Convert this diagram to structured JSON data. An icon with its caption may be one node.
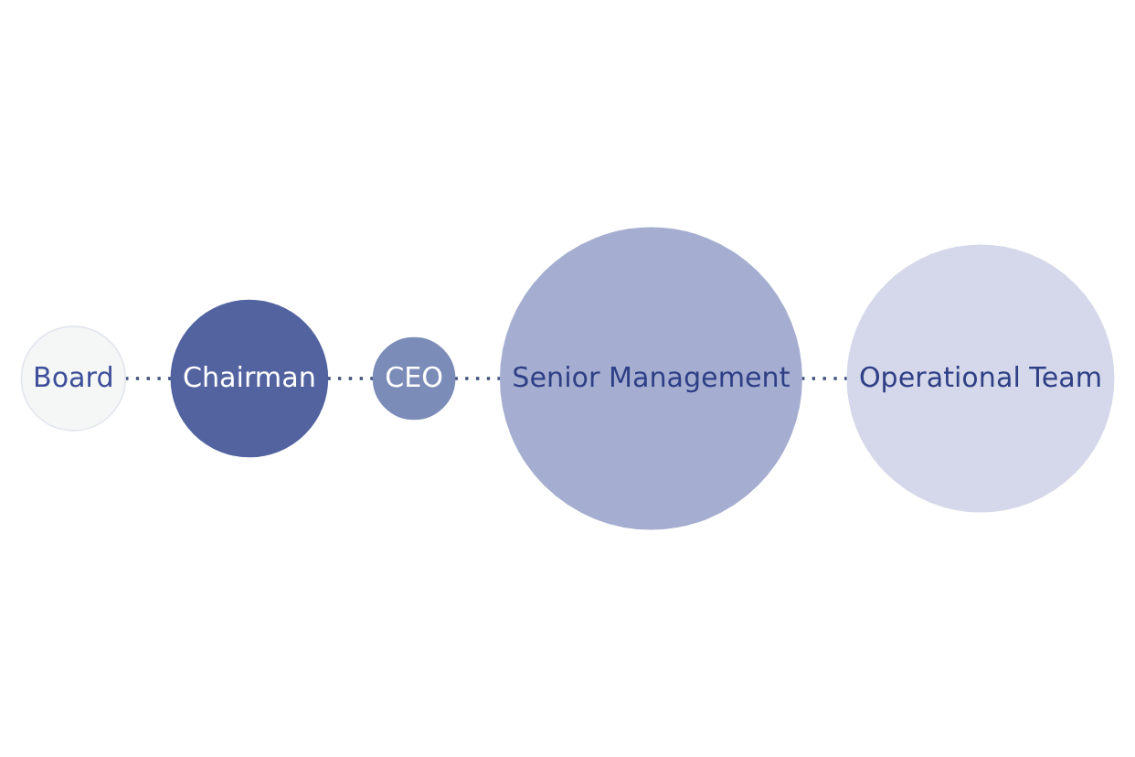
{
  "diagram": {
    "nodes": [
      {
        "text": [
          "Board"
        ]
      },
      {
        "text": [
          "Chairman"
        ]
      },
      {
        "text": [
          "CEO"
        ]
      },
      {
        "text": [
          "Senior Management"
        ]
      },
      {
        "text": [
          "Operational Team"
        ]
      }
    ],
    "edges": [
      {
        "from": 0,
        "to": 1,
        "arrow": "none",
        "style": "dashed"
      },
      {
        "from": 1,
        "to": 2,
        "arrow": "none",
        "style": "dashed"
      },
      {
        "from": 2,
        "to": 3,
        "arrow": "none",
        "style": "dashed"
      },
      {
        "from": 3,
        "to": 4,
        "arrow": "none",
        "style": "dashed"
      }
    ]
  }
}
